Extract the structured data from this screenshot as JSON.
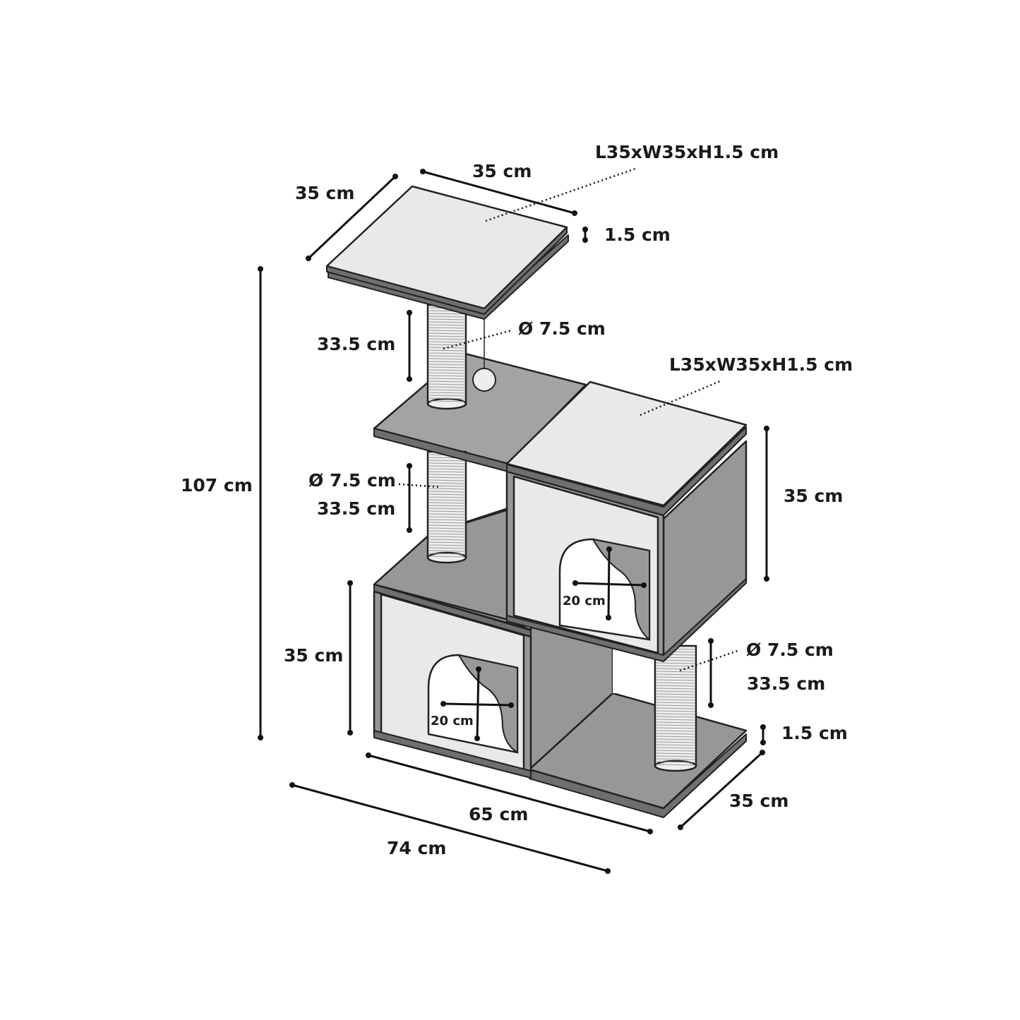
{
  "labels": {
    "top_platform_size": "L35xW35xH1.5 cm",
    "top_depth": "35 cm",
    "top_width": "35 cm",
    "top_thickness": "1.5 cm",
    "post_upper_diameter": "Ø 7.5 cm",
    "post_upper_height": "33.5 cm",
    "total_height": "107 cm",
    "right_platform_size": "L35xW35xH1.5 cm",
    "post_middle_diameter": "Ø 7.5 cm",
    "post_middle_height": "33.5 cm",
    "upper_box_height": "35 cm",
    "upper_box_opening": "20 cm",
    "lower_box_height": "35 cm",
    "lower_box_opening": "20 cm",
    "post_lower_diameter": "Ø 7.5 cm",
    "post_lower_height": "33.5 cm",
    "base_thickness": "1.5 cm",
    "base_depth": "35 cm",
    "base_width": "65 cm",
    "overall_width": "74 cm"
  }
}
